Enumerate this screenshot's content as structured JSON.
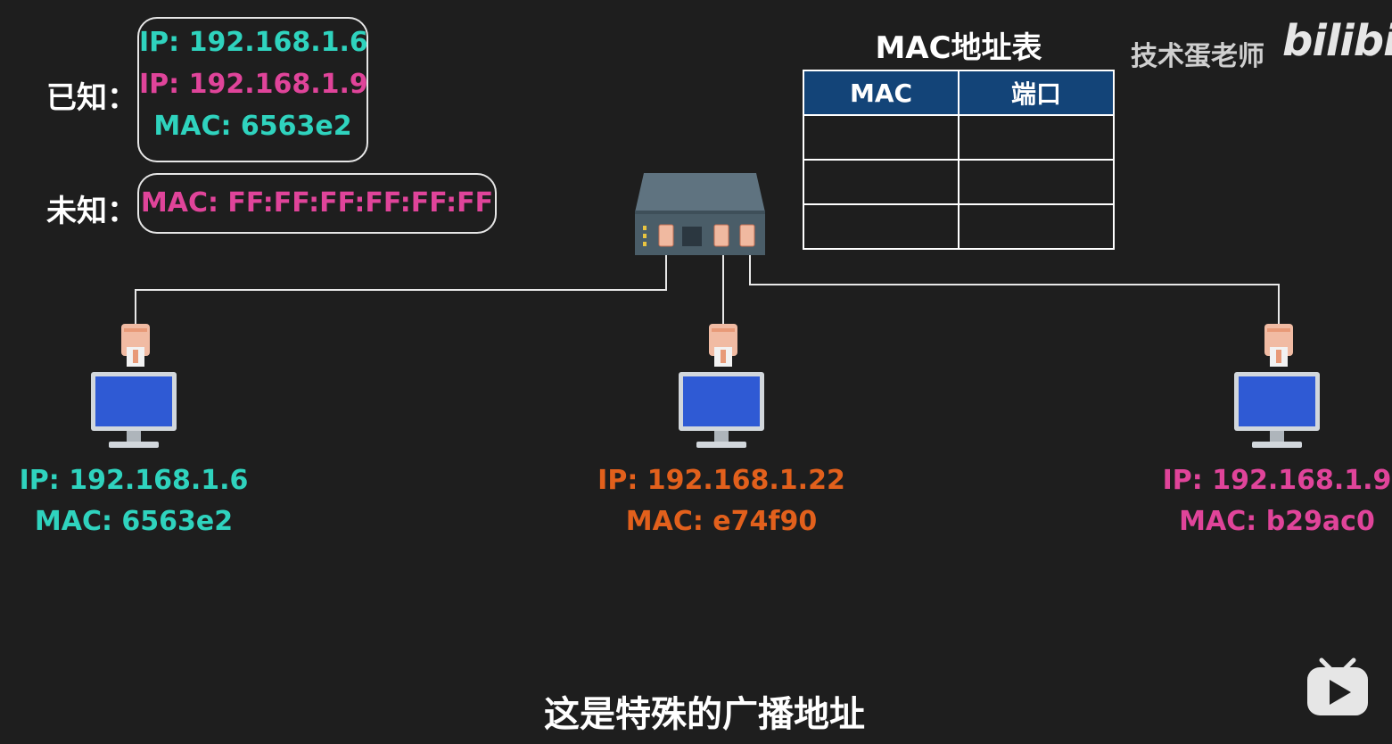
{
  "known": {
    "label": "已知：",
    "ip_self": "IP: 192.168.1.6",
    "ip_target": "IP: 192.168.1.9",
    "mac_self": "MAC: 6563e2"
  },
  "unknown": {
    "label": "未知：",
    "mac_broadcast": "MAC: FF:FF:FF:FF:FF:FF"
  },
  "mac_table": {
    "title": "MAC地址表",
    "columns": [
      "MAC",
      "端口"
    ],
    "rows": [
      [
        "",
        ""
      ],
      [
        "",
        ""
      ],
      [
        "",
        ""
      ]
    ]
  },
  "brand": {
    "channel": "技术蛋老师",
    "logo": "bilibili"
  },
  "hosts": [
    {
      "ip": "IP: 192.168.1.6",
      "mac": "MAC: 6563e2",
      "color": "#2fd3be"
    },
    {
      "ip": "IP: 192.168.1.22",
      "mac": "MAC: e74f90",
      "color": "#e2601c"
    },
    {
      "ip": "IP: 192.168.1.9",
      "mac": "MAC: b29ac0",
      "color": "#e0449a"
    }
  ],
  "subtitle": "这是特殊的广播地址",
  "icons": {
    "switch": "network-switch-icon",
    "computer": "monitor-icon",
    "connector": "ethernet-plug-icon",
    "player": "bilibili-tv-icon"
  }
}
